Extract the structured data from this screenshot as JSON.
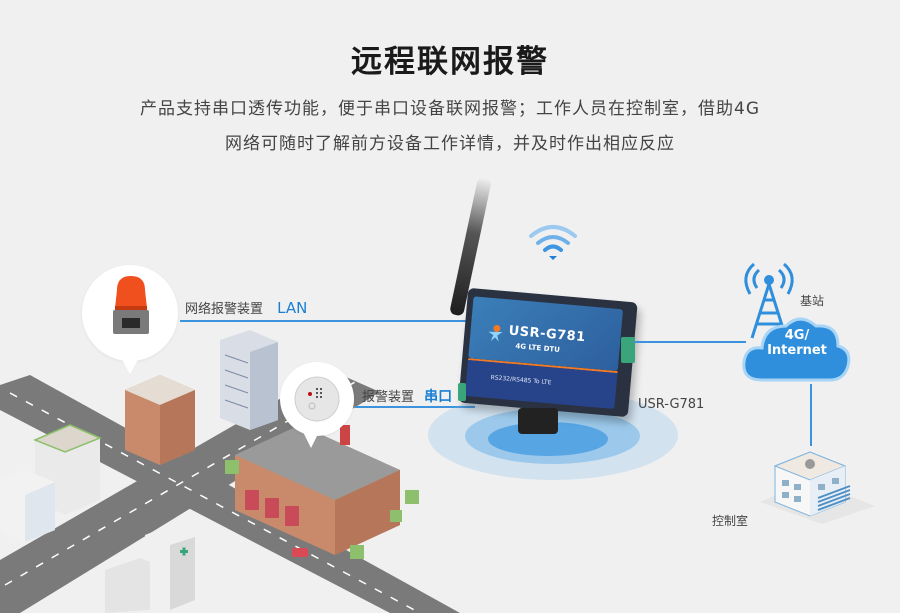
{
  "header": {
    "title": "远程联网报警",
    "description_line1": "产品支持串口透传功能，便于串口设备联网报警；工作人员在控制室，借助4G",
    "description_line2": "网络可随时了解前方设备工作详情，并及时作出相应反应"
  },
  "diagram": {
    "network_alarm": {
      "label": "网络报警装置",
      "interface": "LAN"
    },
    "serial_alarm": {
      "label": "报警装置",
      "interface": "串口"
    },
    "device": {
      "name": "USR-G781",
      "subtitle": "4G LTE DTU",
      "port_text": "RS232/RS485 To LTE",
      "caption": "USR-G781"
    },
    "base_station": {
      "label": "基站"
    },
    "cloud": {
      "line1": "4G/",
      "line2": "Internet"
    },
    "control_room": {
      "label": "控制室"
    },
    "icons": [
      "alarm-light-icon",
      "smoke-detector-icon",
      "wifi-icon",
      "antenna-icon",
      "cell-tower-icon",
      "cloud-icon",
      "control-building-icon"
    ]
  },
  "colors": {
    "background": "#f0f0f0",
    "accent_blue": "#1a7fd4",
    "line_blue": "#3a93dc",
    "cloud_blue": "#2f8fdc",
    "title": "#1a1a1a"
  }
}
